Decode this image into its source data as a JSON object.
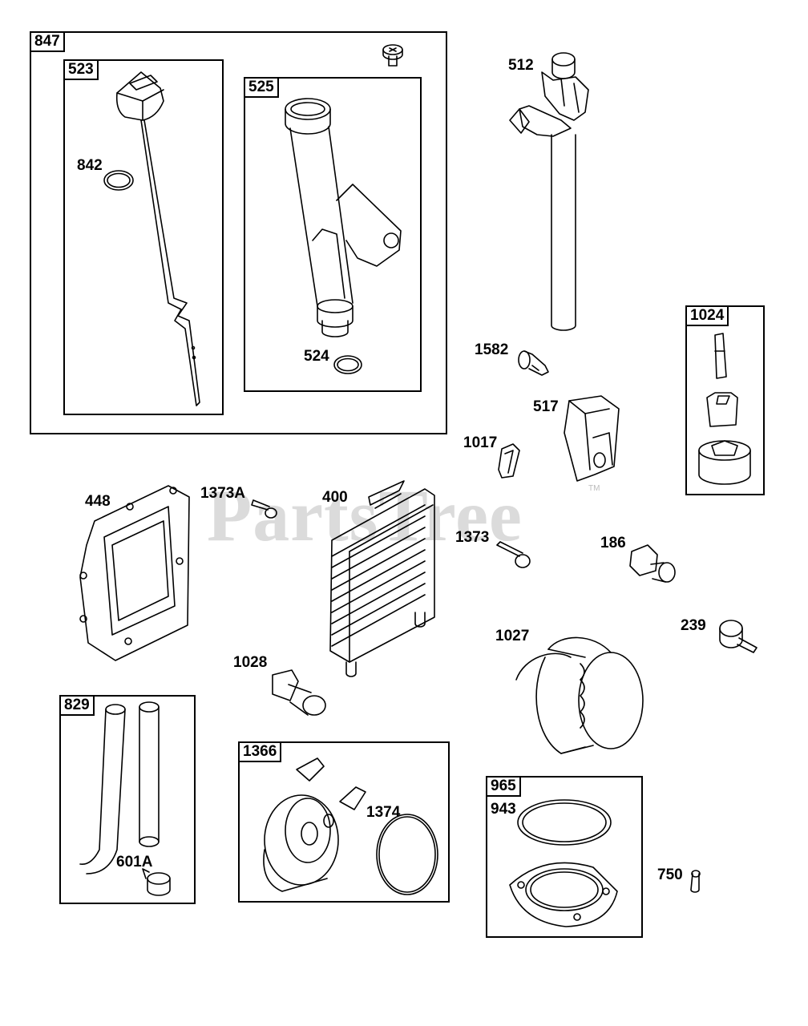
{
  "watermark": {
    "text": "PartsTree",
    "mark": "TM"
  },
  "boxes": {
    "b847": "847",
    "b523": "523",
    "b525": "525",
    "b1024": "1024",
    "b829": "829",
    "b1366": "1366",
    "b965": "965"
  },
  "labels": {
    "l842": "842",
    "l524": "524",
    "l512": "512",
    "l1582": "1582",
    "l517": "517",
    "l1017": "1017",
    "l448": "448",
    "l1373A": "1373A",
    "l400": "400",
    "l1373": "1373",
    "l186": "186",
    "l239": "239",
    "l1027": "1027",
    "l1028": "1028",
    "l601A": "601A",
    "l1374": "1374",
    "l943": "943",
    "l750": "750"
  },
  "colors": {
    "line": "#000000",
    "watermark": "#cfcfcf",
    "background": "#ffffff"
  }
}
